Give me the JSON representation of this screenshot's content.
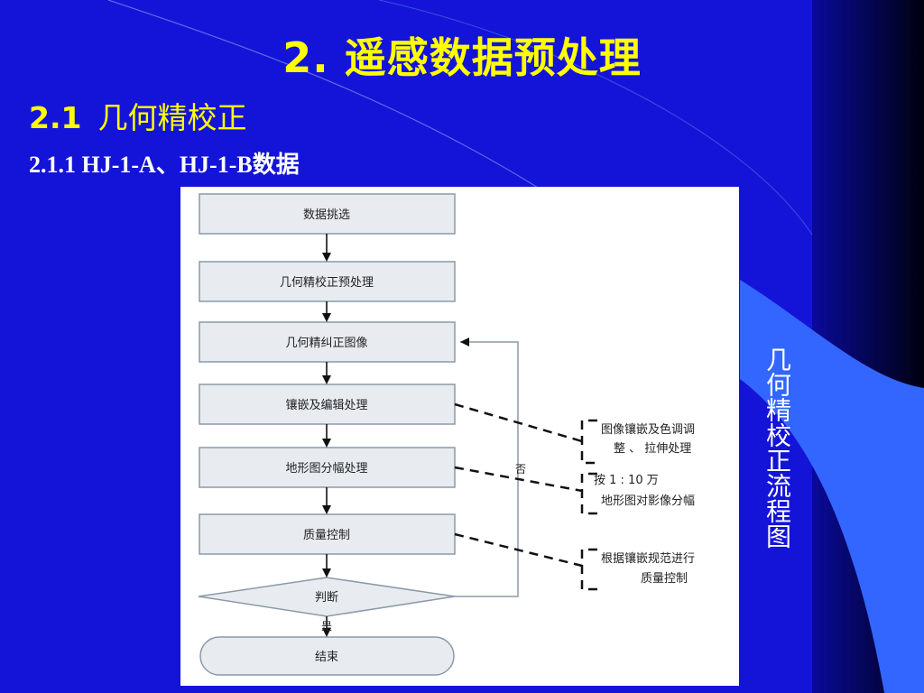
{
  "slide": {
    "title": "2.  遥感数据预处理",
    "section_number": "2.1",
    "section_title": "几何精校正",
    "subsection": "2.1.1  HJ-1-A、HJ-1-B数据",
    "side_caption": "几何精校正流程图"
  },
  "flowchart": {
    "steps": [
      "数据挑选",
      "几何精校正预处理",
      "几何精纠正图像",
      "镶嵌及编辑处理",
      "地形图分幅处理",
      "质量控制"
    ],
    "decision": "判断",
    "no_label": "否",
    "yes_label": "是",
    "end": "结束",
    "notes": [
      {
        "line1": "图像镶嵌及色调调",
        "line2": "整 、  拉伸处理"
      },
      {
        "line1": "按 1 :  10  万",
        "line2": "地形图对影像分幅"
      },
      {
        "line1": "根据镶嵌规范进行",
        "line2": "质量控制"
      }
    ]
  },
  "colors": {
    "background": "#1414d8",
    "title": "#ffff00",
    "box_fill": "#e8ecf0",
    "box_stroke": "#8a9aa8",
    "right_shape": "#3366ff"
  }
}
